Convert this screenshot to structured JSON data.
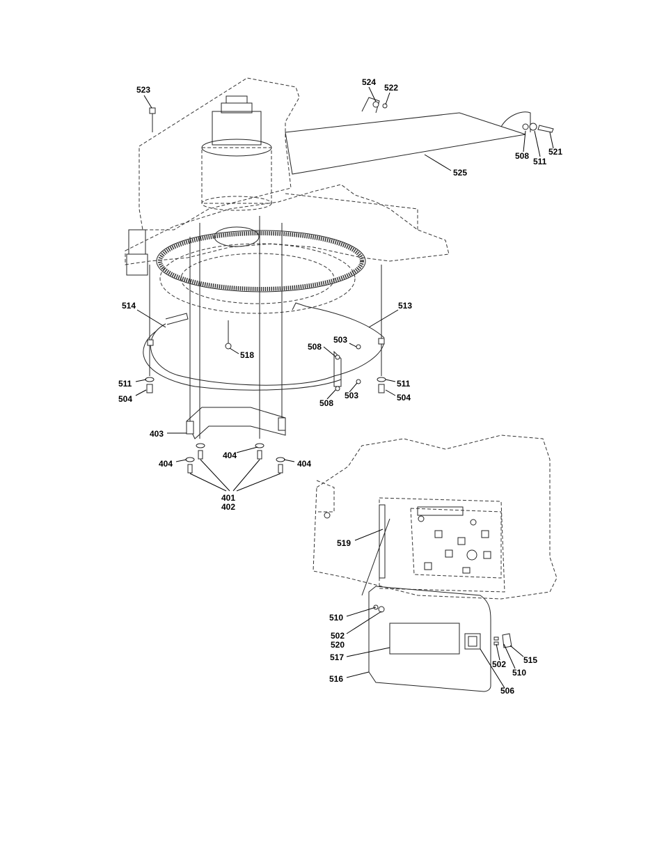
{
  "diagram": {
    "callouts": {
      "c523": "523",
      "c524": "524",
      "c522": "522",
      "c508_top": "508",
      "c511_top": "511",
      "c521": "521",
      "c525": "525",
      "c514": "514",
      "c513": "513",
      "c518": "518",
      "c508_mid_upper": "508",
      "c503_upper": "503",
      "c511_left": "511",
      "c504_left": "504",
      "c511_right": "511",
      "c504_right": "504",
      "c508_mid_lower": "508",
      "c503_lower": "503",
      "c403": "403",
      "c404_center": "404",
      "c404_left": "404",
      "c404_right": "404",
      "c401": "401",
      "c402": "402",
      "c519": "519",
      "c510_left": "510",
      "c502_left": "502",
      "c520": "520",
      "c517": "517",
      "c516": "516",
      "c502_right": "502",
      "c510_right": "510",
      "c515": "515",
      "c506": "506"
    }
  }
}
